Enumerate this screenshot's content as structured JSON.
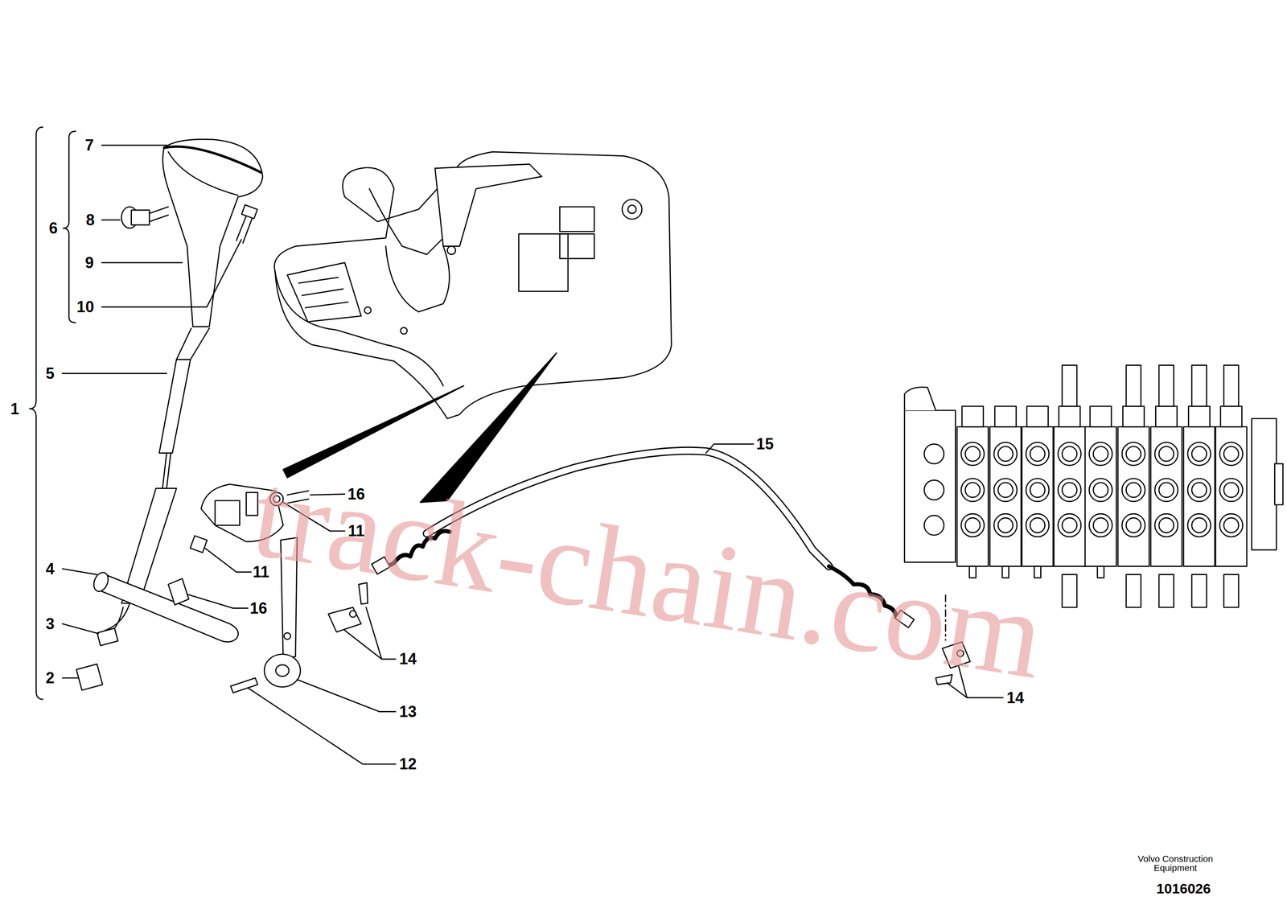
{
  "diagram": {
    "labels": [
      "1",
      "2",
      "3",
      "4",
      "5",
      "6",
      "7",
      "8",
      "9",
      "10",
      "11",
      "11",
      "12",
      "13",
      "14",
      "14",
      "15",
      "16",
      "16",
      "track-chain.com",
      "Volvo Construction Equipment",
      "1016026"
    ]
  }
}
